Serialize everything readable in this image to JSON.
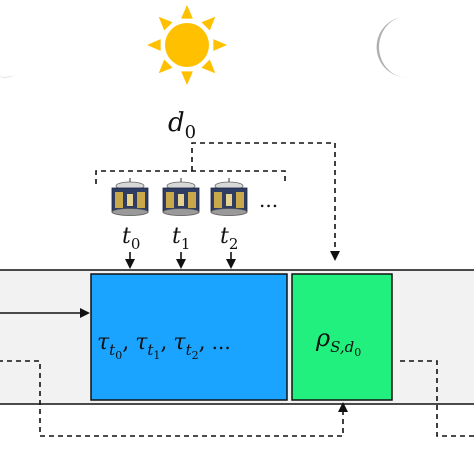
{
  "diagram": {
    "top_label": {
      "base": "d",
      "sub": "0"
    },
    "satellites": [
      {
        "base": "t",
        "sub": "0"
      },
      {
        "base": "t",
        "sub": "1"
      },
      {
        "base": "t",
        "sub": "2"
      }
    ],
    "more": "...",
    "blue_box": {
      "terms": [
        {
          "base": "τ",
          "sub": "t",
          "subsub": "0"
        },
        {
          "base": "τ",
          "sub": "t",
          "subsub": "1"
        },
        {
          "base": "τ",
          "sub": "t",
          "subsub": "2"
        }
      ],
      "sep": ",",
      "tail": "...",
      "fill": "#1aa3ff"
    },
    "green_box": {
      "base": "ρ",
      "sub": "S,d",
      "subsub": "0",
      "fill": "#22f07e"
    },
    "colors": {
      "sun": "#ffc000",
      "moon": "#b0b0b0",
      "band": "#f2f2f2",
      "satellite": "#c9a84a"
    }
  }
}
